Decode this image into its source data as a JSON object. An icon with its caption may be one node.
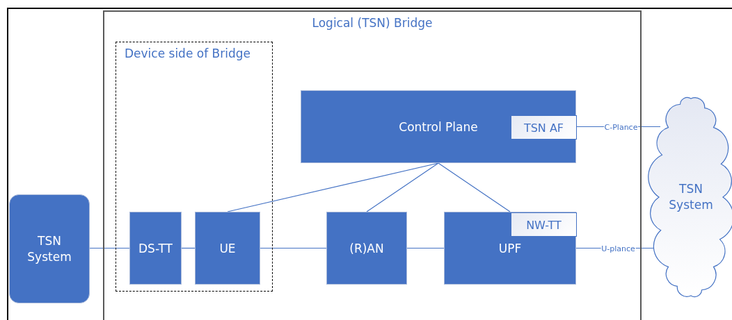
{
  "diagram": {
    "nodes": [
      {
        "text": [
          "Logical (TSN) Bridge"
        ]
      },
      {
        "text": [
          "Device side of Bridge"
        ],
        "in": 0
      },
      {
        "text": [
          "DS-TT"
        ],
        "in": 1
      },
      {
        "text": [
          "UE"
        ],
        "in": 1
      },
      {
        "text": [
          "Control Plane"
        ],
        "in": 0
      },
      {
        "text": [
          "TSN AF"
        ],
        "in": 4
      },
      {
        "text": [
          "(R)AN"
        ],
        "in": 0
      },
      {
        "text": [
          "UPF"
        ],
        "in": 0
      },
      {
        "text": [
          "NW-TT"
        ],
        "in": 7
      },
      {
        "text": [
          "TSN System"
        ]
      },
      {
        "text": [
          "TSN System"
        ]
      }
    ],
    "edges": [
      {
        "from": 9,
        "to": 2,
        "arrow": "none"
      },
      {
        "from": 2,
        "to": 3,
        "arrow": "none"
      },
      {
        "from": 3,
        "to": 6,
        "arrow": "none"
      },
      {
        "from": 6,
        "to": 7,
        "arrow": "none"
      },
      {
        "from": 4,
        "to": 3,
        "arrow": "none"
      },
      {
        "from": 4,
        "to": 6,
        "arrow": "none"
      },
      {
        "from": 4,
        "to": 8,
        "arrow": "none"
      },
      {
        "from": 5,
        "to": 10,
        "label": "C-Plance",
        "arrow": "none"
      },
      {
        "from": 7,
        "to": 10,
        "label": "U-plance",
        "arrow": "none"
      }
    ]
  }
}
